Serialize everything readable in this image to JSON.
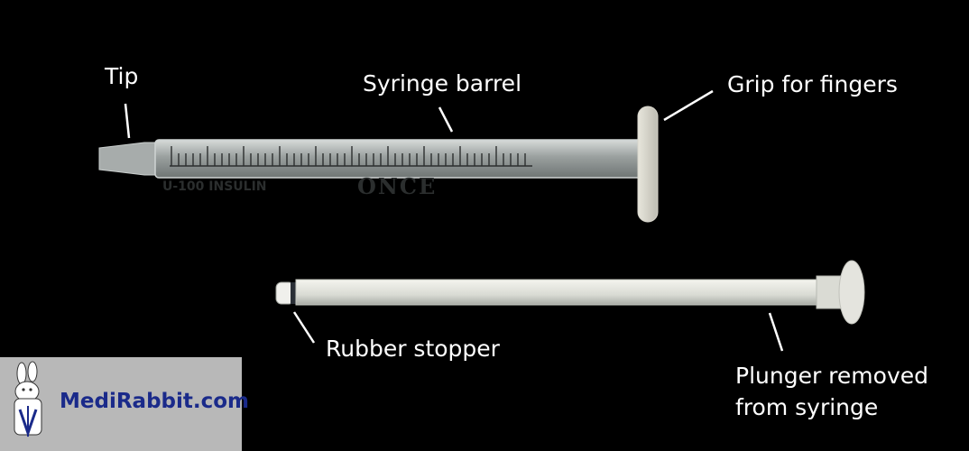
{
  "labels": {
    "tip": "Tip",
    "barrel": "Syringe barrel",
    "grip": "Grip for fingers",
    "stopper": "Rubber stopper",
    "plunger_line1": "Plunger removed",
    "plunger_line2": "from syringe"
  },
  "barrel_print": {
    "unit_text": "U-100 INSULIN",
    "brand": "ONCE"
  },
  "logo": {
    "text": "MediRabbit.com"
  },
  "colors": {
    "background": "#000000",
    "label": "#ffffff",
    "logo_text": "#1a2a8a",
    "logo_bg": "#b8b8b8"
  }
}
